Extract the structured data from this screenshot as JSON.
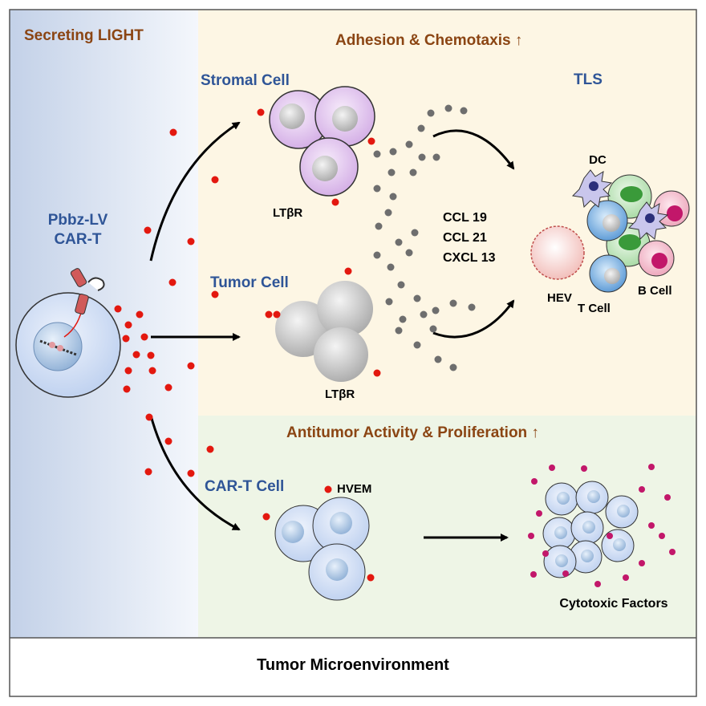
{
  "panels": {
    "left_title": "Secreting LIGHT",
    "top_title": "Adhesion & Chemotaxis ↑",
    "bottom_title": "Antitumor Activity & Proliferation ↑",
    "footer": "Tumor Microenvironment"
  },
  "labels": {
    "car_t_line1": "Pbbz-LV",
    "car_t_line2": "CAR-T",
    "stromal_cell": "Stromal Cell",
    "tumor_cell": "Tumor Cell",
    "car_t_cell": "CAR-T Cell",
    "ltbr_top": "LTβR",
    "ltbr_mid": "LTβR",
    "hvem": "HVEM",
    "chemokines": [
      "CCL 19",
      "CCL 21",
      "CXCL 13"
    ],
    "tls": "TLS",
    "dc": "DC",
    "hev": "HEV",
    "t_cell": "T Cell",
    "b_cell": "B Cell",
    "cytotoxic": "Cytotoxic Factors"
  },
  "colors": {
    "title_brown": "#8b4513",
    "label_blue": "#2f5597",
    "light_dot": "#e3180f",
    "chemokine_dot": "#6e6e6e",
    "cytotoxic_dot": "#c2176a",
    "left_bg": "#c9d6ea",
    "top_bg": "#fdf6e4",
    "bottom_bg": "#eef5e6"
  }
}
